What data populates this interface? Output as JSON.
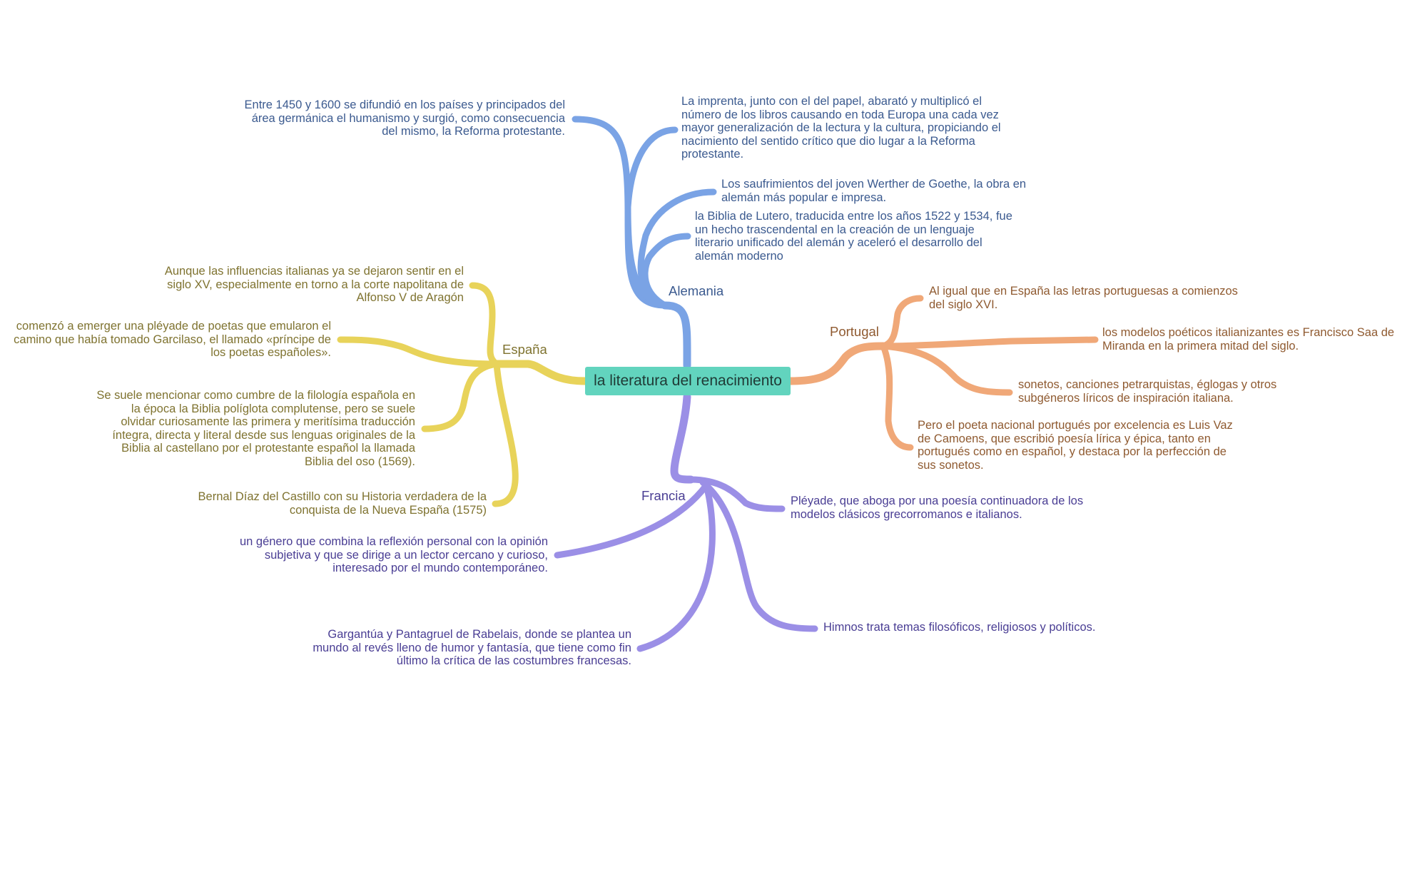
{
  "colors": {
    "center": "#62d4be",
    "alemania": "#7aa3e5",
    "espana": "#e8d35a",
    "portugal": "#f0a878",
    "francia": "#9b8fe6"
  },
  "center": {
    "label": "la literatura del renacimiento"
  },
  "alemania": {
    "label": "Alemania",
    "items": [
      "Entre 1450 y 1600 se difundió en los países y principados del\nárea germánica el humanismo y surgió, como consecuencia\ndel mismo, la Reforma protestante.",
      "La imprenta, junto con el del papel, abarató y multiplicó el\nnúmero de los libros causando en toda Europa una cada vez\nmayor generalización de la lectura y la cultura, propiciando el\nnacimiento del sentido crítico que dio lugar a la Reforma\nprotestante.",
      "Los saufrimientos del joven Werther de Goethe, la obra en\nalemán más popular e impresa.",
      "la Biblia de Lutero, traducida entre los años 1522 y 1534, fue\nun hecho trascendental en la creación de un lenguaje\nliterario unificado del alemán y aceleró el desarrollo del\nalemán moderno"
    ]
  },
  "espana": {
    "label": "España",
    "items": [
      "Aunque las influencias italianas ya se dejaron sentir en el\nsiglo XV, especialmente en torno a la corte napolitana de\nAlfonso V de Aragón",
      "comenzó a emerger una pléyade de poetas que emularon el\ncamino que había tomado Garcilaso, el llamado «príncipe de\nlos poetas españoles».",
      "Se suele mencionar como cumbre de la filología española en\nla época la Biblia políglota complutense, pero se suele\nolvidar curiosamente las primera y meritísima traducción\níntegra, directa y literal desde sus lenguas originales de la\nBiblia al castellano por el protestante español la llamada\nBiblia del oso (1569).",
      "Bernal Díaz del Castillo con su Historia verdadera de la\nconquista de la Nueva España (1575)"
    ]
  },
  "portugal": {
    "label": "Portugal",
    "items": [
      "Al igual que en España las letras portuguesas a comienzos\ndel siglo XVI.",
      "los modelos poéticos italianizantes es Francisco Saa de\nMiranda en la primera mitad del siglo.",
      "sonetos, canciones petrarquistas, églogas y otros\nsubgéneros líricos de inspiración italiana.",
      "Pero el poeta nacional portugués por excelencia es Luis Vaz\nde Camoens, que escribió poesía lírica y épica, tanto en\nportugués como en español, y destaca por la perfección de\nsus sonetos."
    ]
  },
  "francia": {
    "label": "Francia",
    "items": [
      "Pléyade, que aboga por una poesía continuadora de los\nmodelos clásicos grecorromanos e italianos.",
      "un género que combina la reflexión personal con la opinión\nsubjetiva y que se dirige a un lector cercano y curioso,\ninteresado por el mundo contemporáneo.",
      "Gargantúa y Pantagruel de Rabelais, donde se plantea un\nmundo al revés lleno de humor y fantasía, que tiene como fin\núltimo la crítica de las costumbres francesas.",
      "Himnos trata temas filosóficos, religiosos y políticos."
    ]
  }
}
